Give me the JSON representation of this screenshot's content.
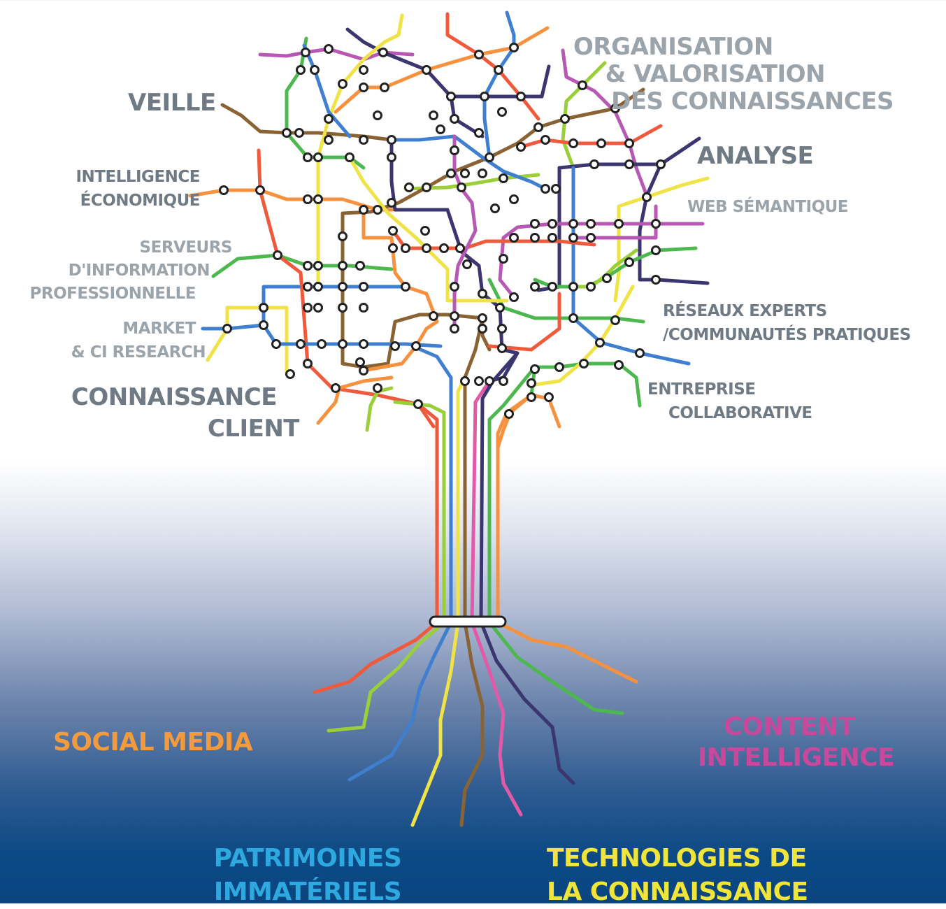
{
  "labels": {
    "veille": "VEILLE",
    "intelligence_economique": [
      "INTELLIGENCE",
      "ÉCONOMIQUE"
    ],
    "serveurs": [
      "SERVEURS",
      "D'INFORMATION",
      "PROFESSIONNELLE"
    ],
    "market": [
      "MARKET",
      "& CI RESEARCH"
    ],
    "connaissance_client": [
      "CONNAISSANCE",
      "CLIENT"
    ],
    "organisation": [
      "ORGANISATION",
      "& VALORISATION",
      "DES CONNAISSANCES"
    ],
    "analyse": "ANALYSE",
    "web_semantique": "WEB SÉMANTIQUE",
    "reseaux": [
      "RÉSEAUX EXPERTS",
      "/COMMUNAUTÉS PRATIQUES"
    ],
    "entreprise": [
      "ENTREPRISE",
      "COLLABORATIVE"
    ]
  },
  "categories": {
    "social_media": {
      "text": "SOCIAL MEDIA",
      "color": "#f39a3c"
    },
    "content_intelligence": {
      "lines": [
        "CONTENT",
        "INTELLIGENCE"
      ],
      "color": "#c8489b"
    },
    "patrimoines": {
      "lines": [
        "PATRIMOINES",
        "IMMATÉRIELS"
      ],
      "color": "#2ea9e0"
    },
    "technologies": {
      "lines": [
        "TECHNOLOGIES DE",
        "LA CONNAISSANCE"
      ],
      "color": "#f1e53a"
    }
  },
  "line_colors": {
    "red": "#ef5a3c",
    "orange": "#f6923f",
    "green": "#4cb84f",
    "lime": "#9bcf3a",
    "blue": "#3f7fcf",
    "yellow": "#f0e347",
    "brown": "#8a6335",
    "purple": "#b758b5",
    "navy": "#3b3570",
    "pink": "#e05aa8",
    "grey": "#6f7a84"
  }
}
